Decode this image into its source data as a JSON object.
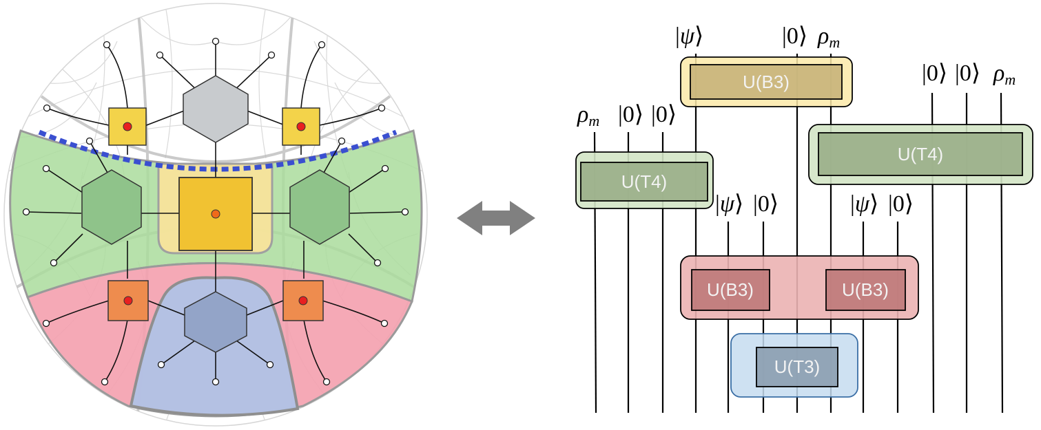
{
  "colors": {
    "disk_outline": "#cfcfcf",
    "green_region": "#aadc9c",
    "pink_region": "#f4a0ae",
    "blue_region": "#b0c2e6",
    "yellow_region": "#fbe39a",
    "dashed_boundary": "#3a4fd0",
    "square_gate": "#f3d34a",
    "square_center": "#f1c232",
    "orange_square": "#ee8c4e",
    "hex_gray": "#c8cbce",
    "hex_green": "#8fc38a",
    "hex_blue": "#93a4c8",
    "red_dot": "#e82020",
    "arrow": "#808080",
    "box_yellow_outer": "#fce9a8",
    "box_yellow_inner": "#c8b47a",
    "box_green_outer": "#d3e4c5",
    "box_green_inner": "#9bb08a",
    "box_red_outer": "#ebb3b3",
    "box_red_inner": "#bf7b7b",
    "box_blue_outer": "#c6dcf0",
    "box_blue_inner": "#8ea1b3"
  },
  "circuit": {
    "state_labels": [
      {
        "id": "psi-top",
        "ket": "ψ"
      },
      {
        "id": "zero-top",
        "ket": "0"
      },
      {
        "id": "rho-top",
        "rho": "ρ",
        "sub": "m"
      },
      {
        "id": "zero-right-1",
        "ket": "0"
      },
      {
        "id": "zero-right-2",
        "ket": "0"
      },
      {
        "id": "rho-right",
        "rho": "ρ",
        "sub": "m"
      },
      {
        "id": "rho-left",
        "rho": "ρ",
        "sub": "m"
      },
      {
        "id": "zero-left-1",
        "ket": "0"
      },
      {
        "id": "zero-left-2",
        "ket": "0"
      },
      {
        "id": "psi-mid-1",
        "ket": "ψ"
      },
      {
        "id": "zero-mid-1",
        "ket": "0"
      },
      {
        "id": "psi-mid-2",
        "ket": "ψ"
      },
      {
        "id": "zero-mid-2",
        "ket": "0"
      }
    ],
    "gates": {
      "ub3_top": "U(B3)",
      "ut4_right": "U(T4)",
      "ut4_left": "U(T4)",
      "ub3_left": "U(B3)",
      "ub3_right": "U(B3)",
      "ut3": "U(T3)"
    }
  }
}
